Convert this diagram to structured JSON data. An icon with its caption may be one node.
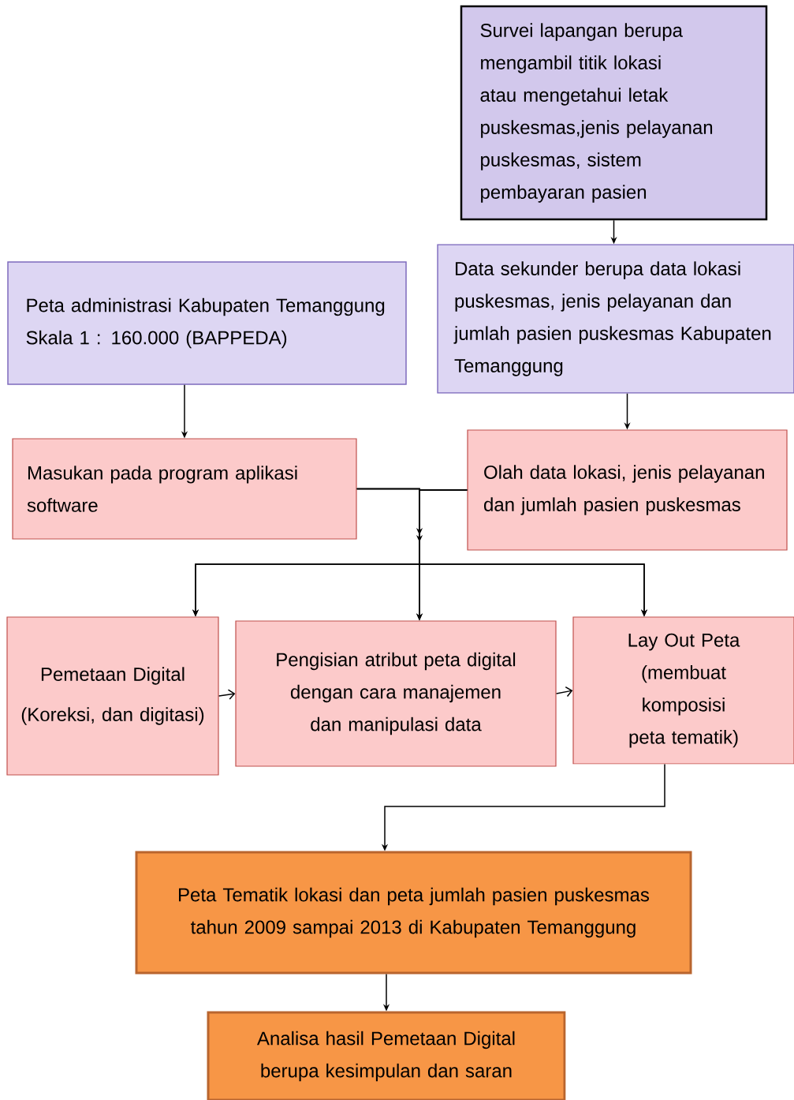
{
  "diagram": {
    "nodes": [
      {
        "text": [
          "Survei  lapangan berupa mengambil titik lokasi atau mengetahui letak puskesmas,jenis pelayanan puskesmas, sistem pembayaran pasien"
        ]
      },
      {
        "text": [
          "Peta administrasi Kabupaten Temanggung  Skala 1 :  160.000 (BAPPEDA)"
        ]
      },
      {
        "text": [
          "Data sekunder berupa data lokasi puskesmas, jenis pelayanan dan jumlah pasien puskesmas Kabupaten Temanggung"
        ]
      },
      {
        "text": [
          "Masukan pada program aplikasi software"
        ]
      },
      {
        "text": [
          "Olah data lokasi, jenis pelayanan dan jumlah pasien puskesmas"
        ]
      },
      {
        "text": [
          "Pemetaan Digital",
          "(Koreksi, dan digitasi)"
        ]
      },
      {
        "text": [
          "Pengisian atribut peta digital dengan cara  manajemen dan manipulasi data"
        ]
      },
      {
        "text": [
          "Lay Out Peta (membuat komposisi peta tematik)"
        ]
      },
      {
        "text": [
          "Peta Tematik lokasi dan  peta jumlah pasien puskesmas tahun 2009 sampai 2013 di Kabupaten Temanggung"
        ]
      },
      {
        "text": [
          "Analisa hasil Pemetaan Digital berupa kesimpulan dan saran"
        ]
      }
    ],
    "edges": [
      {
        "from": 0,
        "to": 2,
        "arrow": "to"
      },
      {
        "from": 1,
        "to": 3,
        "arrow": "to"
      },
      {
        "from": 2,
        "to": 4,
        "arrow": "to"
      },
      {
        "from": 3,
        "to": 5,
        "arrow": "to"
      },
      {
        "from": 3,
        "to": 6,
        "arrow": "to"
      },
      {
        "from": 3,
        "to": 7,
        "arrow": "to"
      },
      {
        "from": 4,
        "to": 5,
        "arrow": "to"
      },
      {
        "from": 4,
        "to": 6,
        "arrow": "to"
      },
      {
        "from": 4,
        "to": 7,
        "arrow": "to"
      },
      {
        "from": 5,
        "to": 6,
        "arrow": "to"
      },
      {
        "from": 6,
        "to": 7,
        "arrow": "to"
      },
      {
        "from": 7,
        "to": 8,
        "arrow": "to"
      },
      {
        "from": 8,
        "to": 9,
        "arrow": "to"
      }
    ]
  }
}
